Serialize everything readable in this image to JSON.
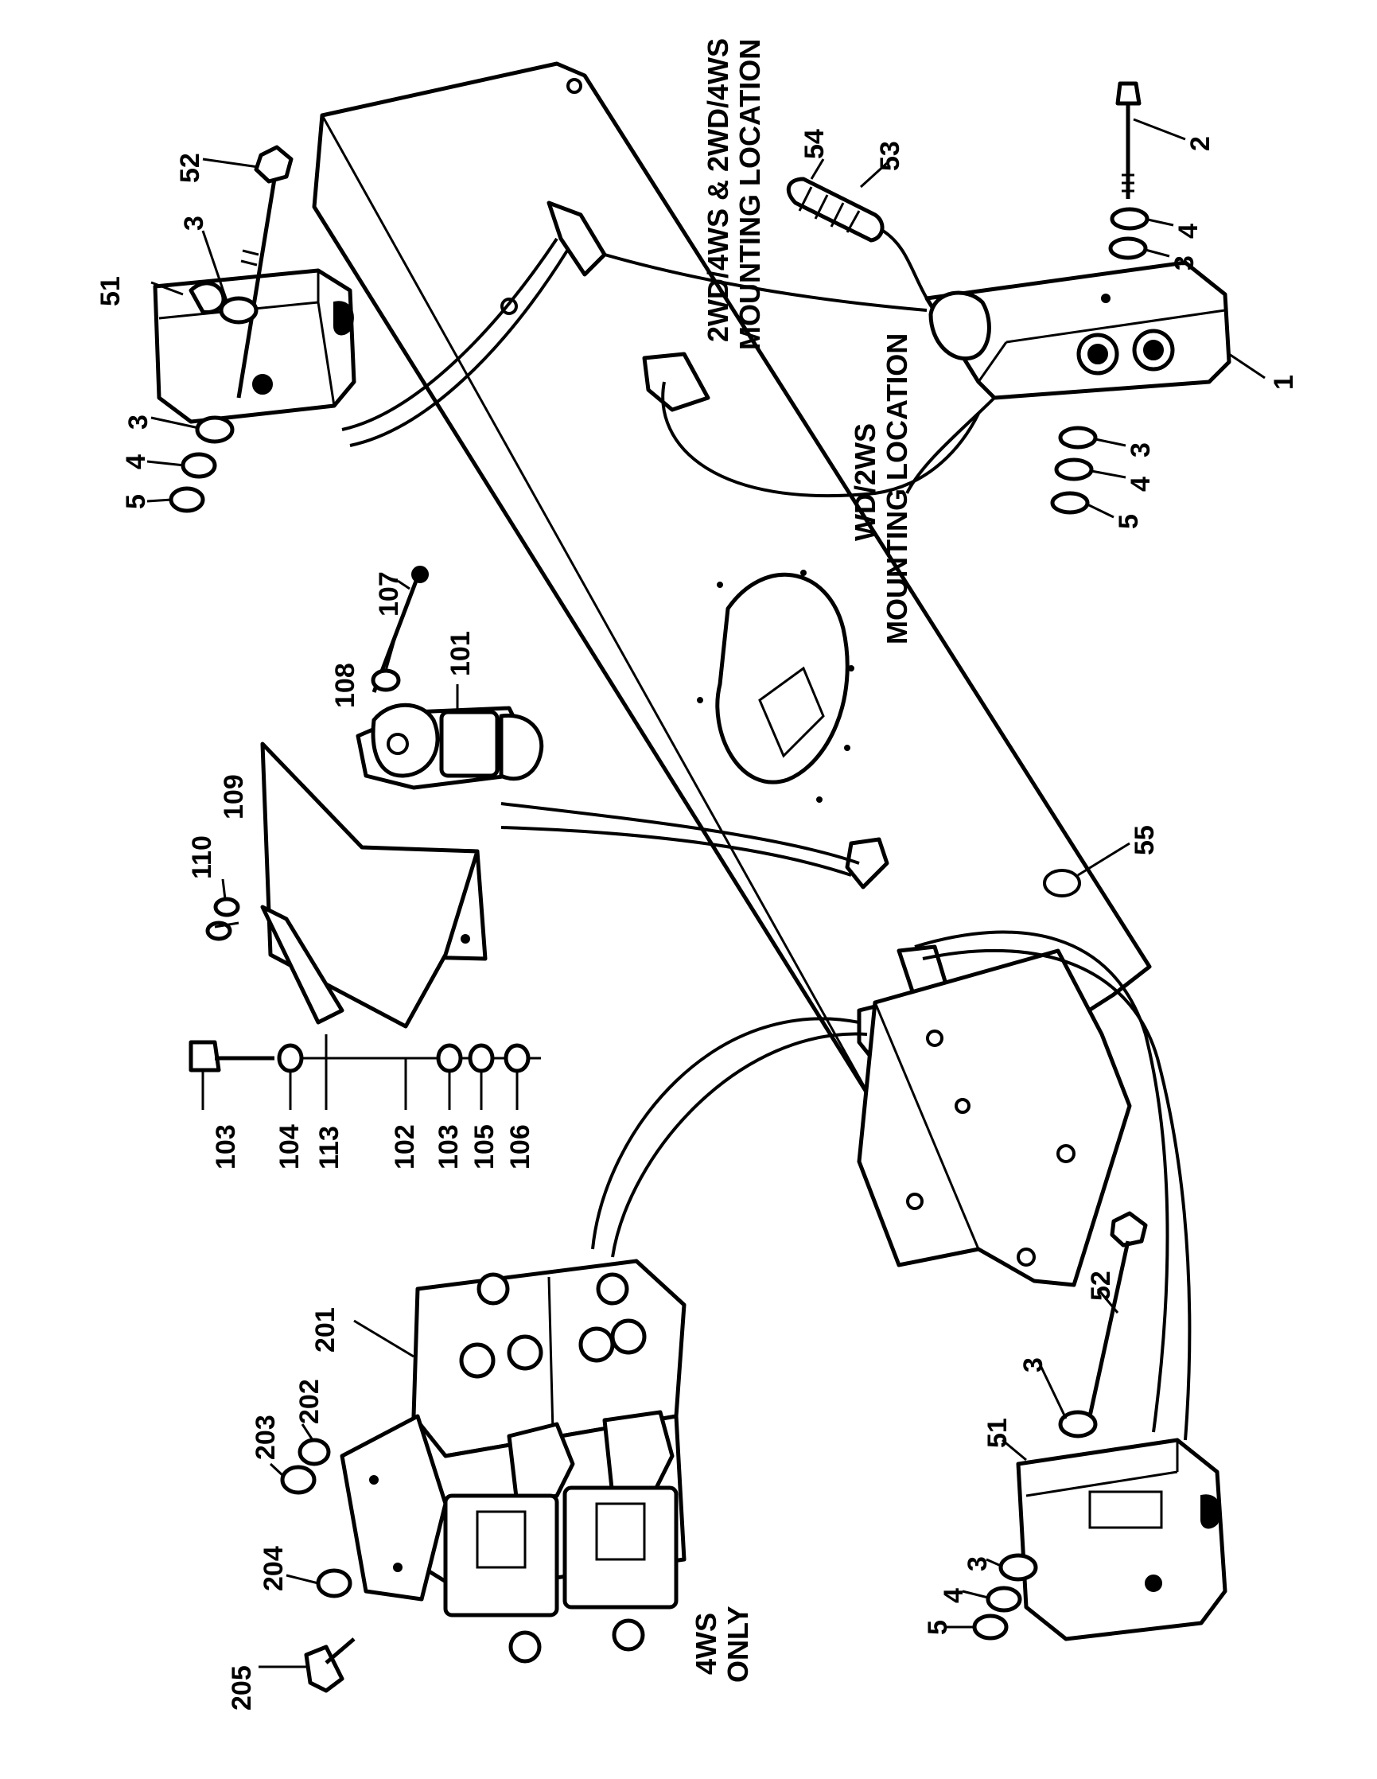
{
  "diagram": {
    "location_labels": {
      "upper_line1": "2WD/4WS & 2WD/4WS",
      "upper_line2": "MOUNTING LOCATION",
      "lower_line1": "WD/2WS",
      "lower_line2": "MOUNTING LOCATION",
      "option_line1": "4WS",
      "option_line2": "ONLY"
    },
    "callouts": {
      "c1": "1",
      "c2": "2",
      "c3a": "3",
      "c3b": "3",
      "c3c": "3",
      "c3d": "3",
      "c3e": "3",
      "c3f": "3",
      "c4a": "4",
      "c4b": "4",
      "c4c": "4",
      "c4d": "4",
      "c5a": "5",
      "c5b": "5",
      "c5c": "5",
      "c51a": "51",
      "c51b": "51",
      "c52a": "52",
      "c52b": "52",
      "c53": "53",
      "c54": "54",
      "c55": "55",
      "c101": "101",
      "c102": "102",
      "c103a": "103",
      "c103b": "103",
      "c104": "104",
      "c105": "105",
      "c106": "106",
      "c107": "107",
      "c108": "108",
      "c109": "109",
      "c110": "110",
      "c113": "113",
      "c201": "201",
      "c202": "202",
      "c203": "203",
      "c204": "204",
      "c205": "205"
    }
  }
}
